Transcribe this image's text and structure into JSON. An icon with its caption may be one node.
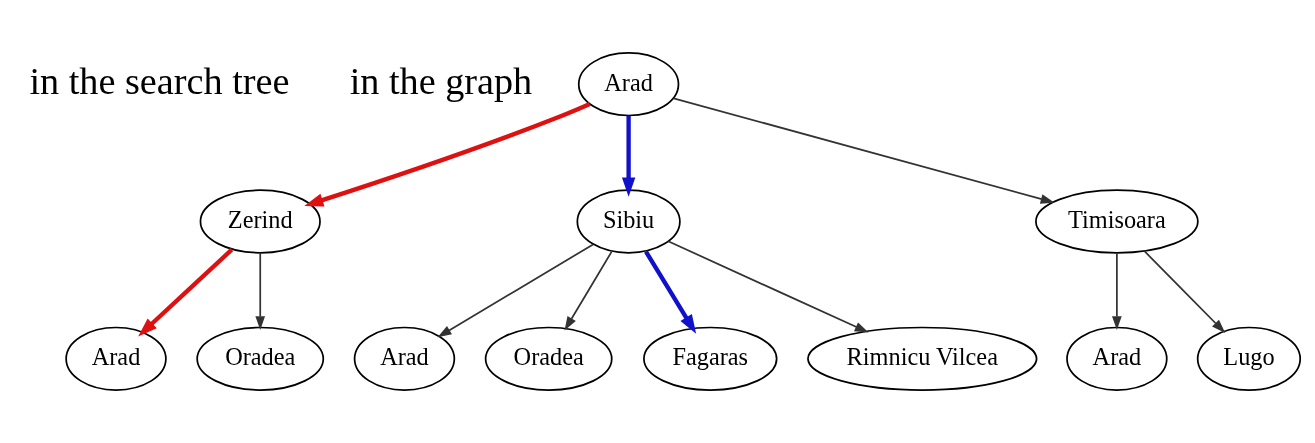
{
  "diagram": {
    "nodes": [
      {
        "text": [
          "Arad"
        ]
      },
      {
        "text": [
          "Zerind"
        ]
      },
      {
        "text": [
          "Sibiu"
        ]
      },
      {
        "text": [
          "Timisoara"
        ]
      },
      {
        "text": [
          "Arad"
        ]
      },
      {
        "text": [
          "Oradea"
        ]
      },
      {
        "text": [
          "Arad"
        ]
      },
      {
        "text": [
          "Oradea"
        ]
      },
      {
        "text": [
          "Fagaras"
        ]
      },
      {
        "text": [
          "Rimnicu Vilcea"
        ]
      },
      {
        "text": [
          "Arad"
        ]
      },
      {
        "text": [
          "Lugo"
        ]
      }
    ],
    "edges": [
      {
        "from": 0,
        "to": 1,
        "arrow": "to",
        "style": "thick",
        "color": "#dd1111"
      },
      {
        "from": 0,
        "to": 2,
        "arrow": "to",
        "style": "thick",
        "color": "#1111cc"
      },
      {
        "from": 0,
        "to": 3,
        "arrow": "to"
      },
      {
        "from": 1,
        "to": 4,
        "arrow": "to",
        "style": "thick",
        "color": "#dd1111"
      },
      {
        "from": 1,
        "to": 5,
        "arrow": "to"
      },
      {
        "from": 2,
        "to": 6,
        "arrow": "to"
      },
      {
        "from": 2,
        "to": 7,
        "arrow": "to"
      },
      {
        "from": 2,
        "to": 8,
        "arrow": "to",
        "style": "thick",
        "color": "#1111cc"
      },
      {
        "from": 2,
        "to": 9,
        "arrow": "to"
      },
      {
        "from": 3,
        "to": 10,
        "arrow": "to"
      },
      {
        "from": 3,
        "to": 11,
        "arrow": "to"
      }
    ],
    "labels": [
      "in the search tree",
      "in the graph"
    ]
  }
}
